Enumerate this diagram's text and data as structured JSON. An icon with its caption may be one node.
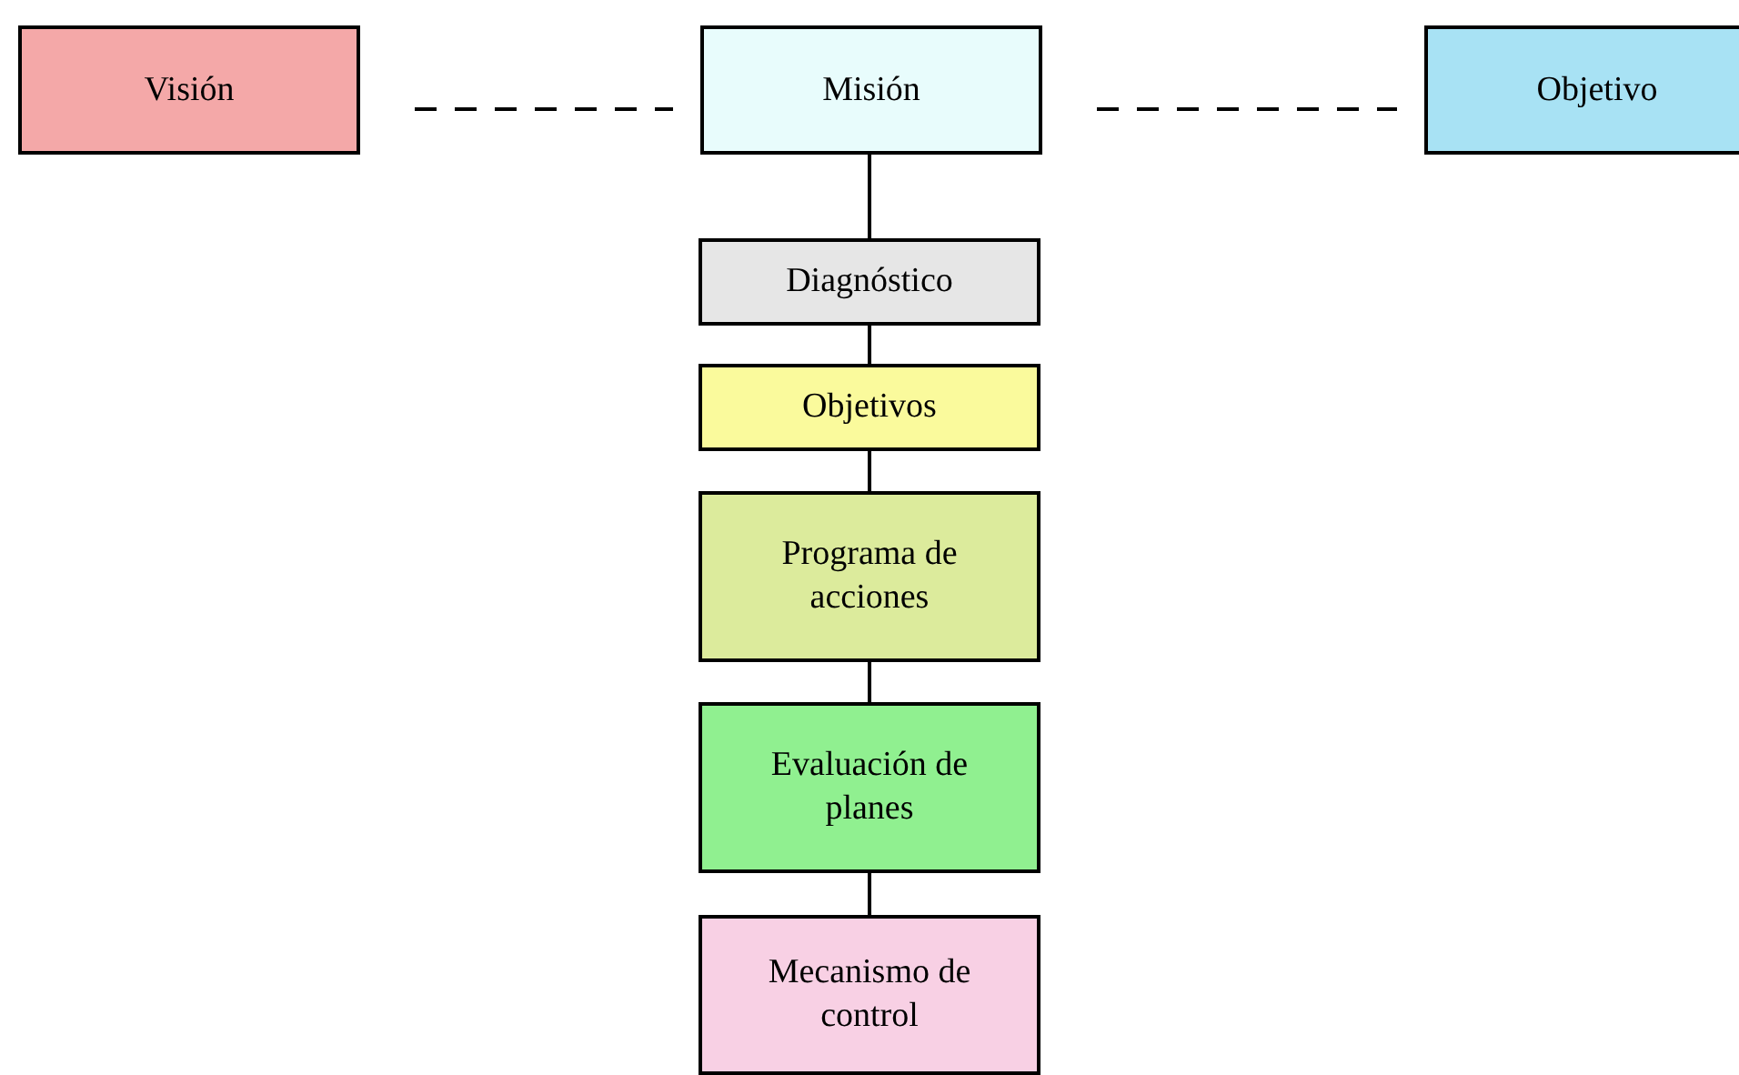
{
  "diagram": {
    "nodes": [
      {
        "text": [
          "Visión"
        ]
      },
      {
        "text": [
          "Misión"
        ]
      },
      {
        "text": [
          "Objetivo"
        ]
      },
      {
        "text": [
          "Diagnóstico"
        ]
      },
      {
        "text": [
          "Objetivos"
        ]
      },
      {
        "text": [
          "Programa de acciones"
        ]
      },
      {
        "text": [
          "Evaluación de planes"
        ]
      },
      {
        "text": [
          "Mecanismo de control"
        ]
      }
    ],
    "edges": [
      {
        "from": 0,
        "to": 1,
        "arrow": "none",
        "style": "dashed"
      },
      {
        "from": 1,
        "to": 2,
        "arrow": "none",
        "style": "dashed"
      },
      {
        "from": 1,
        "to": 3,
        "arrow": "none"
      },
      {
        "from": 3,
        "to": 4,
        "arrow": "none"
      },
      {
        "from": 4,
        "to": 5,
        "arrow": "none"
      },
      {
        "from": 5,
        "to": 6,
        "arrow": "none"
      },
      {
        "from": 6,
        "to": 7,
        "arrow": "none"
      }
    ]
  }
}
